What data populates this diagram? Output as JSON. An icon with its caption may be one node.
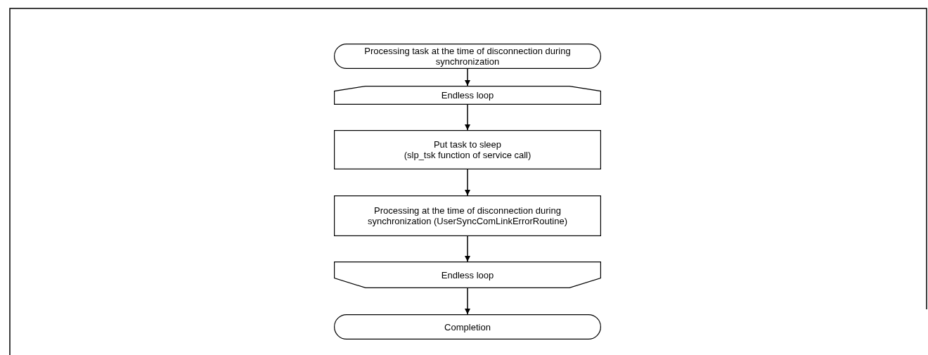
{
  "diagram": {
    "nodes": [
      {
        "text": [
          "Processing task at the time of disconnection during synchronization"
        ]
      },
      {
        "text": [
          "Endless loop"
        ]
      },
      {
        "text": [
          "Put task to sleep",
          "(slp_tsk function of service call)"
        ]
      },
      {
        "text": [
          "Processing at the time of disconnection during synchronization (UserSyncComLinkErrorRoutine)"
        ]
      },
      {
        "text": [
          "Endless loop"
        ]
      },
      {
        "text": [
          "Completion"
        ]
      }
    ],
    "edges": [
      {
        "from": 0,
        "to": 1,
        "arrow": "to"
      },
      {
        "from": 1,
        "to": 2,
        "arrow": "to"
      },
      {
        "from": 2,
        "to": 3,
        "arrow": "to"
      },
      {
        "from": 3,
        "to": 4,
        "arrow": "to"
      },
      {
        "from": 4,
        "to": 5,
        "arrow": "to"
      }
    ]
  }
}
